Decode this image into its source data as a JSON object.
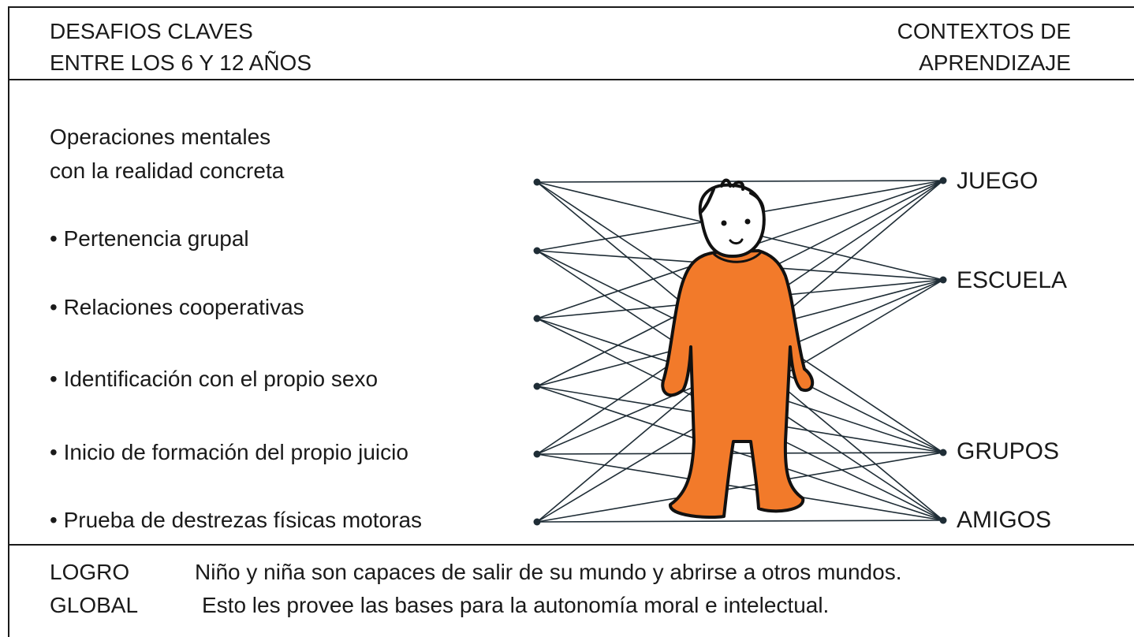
{
  "header": {
    "left_line1": "DESAFIOS CLAVES",
    "left_line2": "ENTRE LOS 6 Y 12 AÑOS",
    "right_line1": "CONTEXTOS DE",
    "right_line2": "APRENDIZAJE"
  },
  "challenges": {
    "intro_line1": "Operaciones mentales",
    "intro_line2": "con la realidad concreta",
    "items": [
      "• Pertenencia grupal",
      "• Relaciones cooperativas",
      "• Identificación con el propio sexo",
      "• Inicio de formación del propio juicio",
      "• Prueba de destrezas físicas motoras"
    ]
  },
  "contexts": [
    "JUEGO",
    "ESCUELA",
    "GRUPOS",
    "AMIGOS"
  ],
  "footer": {
    "label_line1": "LOGRO",
    "label_line2": "GLOBAL",
    "text_line1": "Niño y niña son capaces de salir de su mundo y abrirse a otros mundos.",
    "text_line2": "Esto les provee las bases para la autonomía moral e intelectual."
  },
  "colors": {
    "line": "#1f2d36",
    "figure": "#f27a2a",
    "outline": "#111111"
  }
}
